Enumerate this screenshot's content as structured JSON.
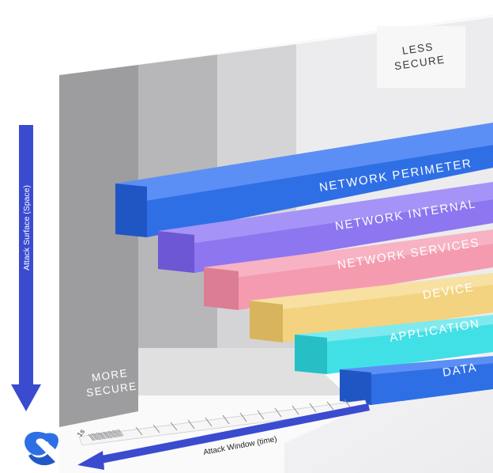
{
  "diagram": {
    "top_right_label": [
      "LESS",
      "SECURE"
    ],
    "bottom_left_label": [
      "MORE",
      "SECURE"
    ],
    "vertical_axis_label": "Attack Surface (Space)",
    "horizontal_axis_label": "Attack Window (time)",
    "tick_start_label": "1s",
    "layers": [
      {
        "label": "NETWORK PERIMETER",
        "color": "#2f6fe6"
      },
      {
        "label": "NETWORK INTERNAL",
        "color": "#8d76f0"
      },
      {
        "label": "NETWORK SERVICES",
        "color": "#f59bb0"
      },
      {
        "label": "DEVICE",
        "color": "#f3d37f"
      },
      {
        "label": "APPLICATION",
        "color": "#41e0e6"
      },
      {
        "label": "DATA",
        "color": "#2f6fe6"
      }
    ],
    "logo_icon": "brand-logo-icon",
    "arrow_color": "#3a4bd0"
  }
}
